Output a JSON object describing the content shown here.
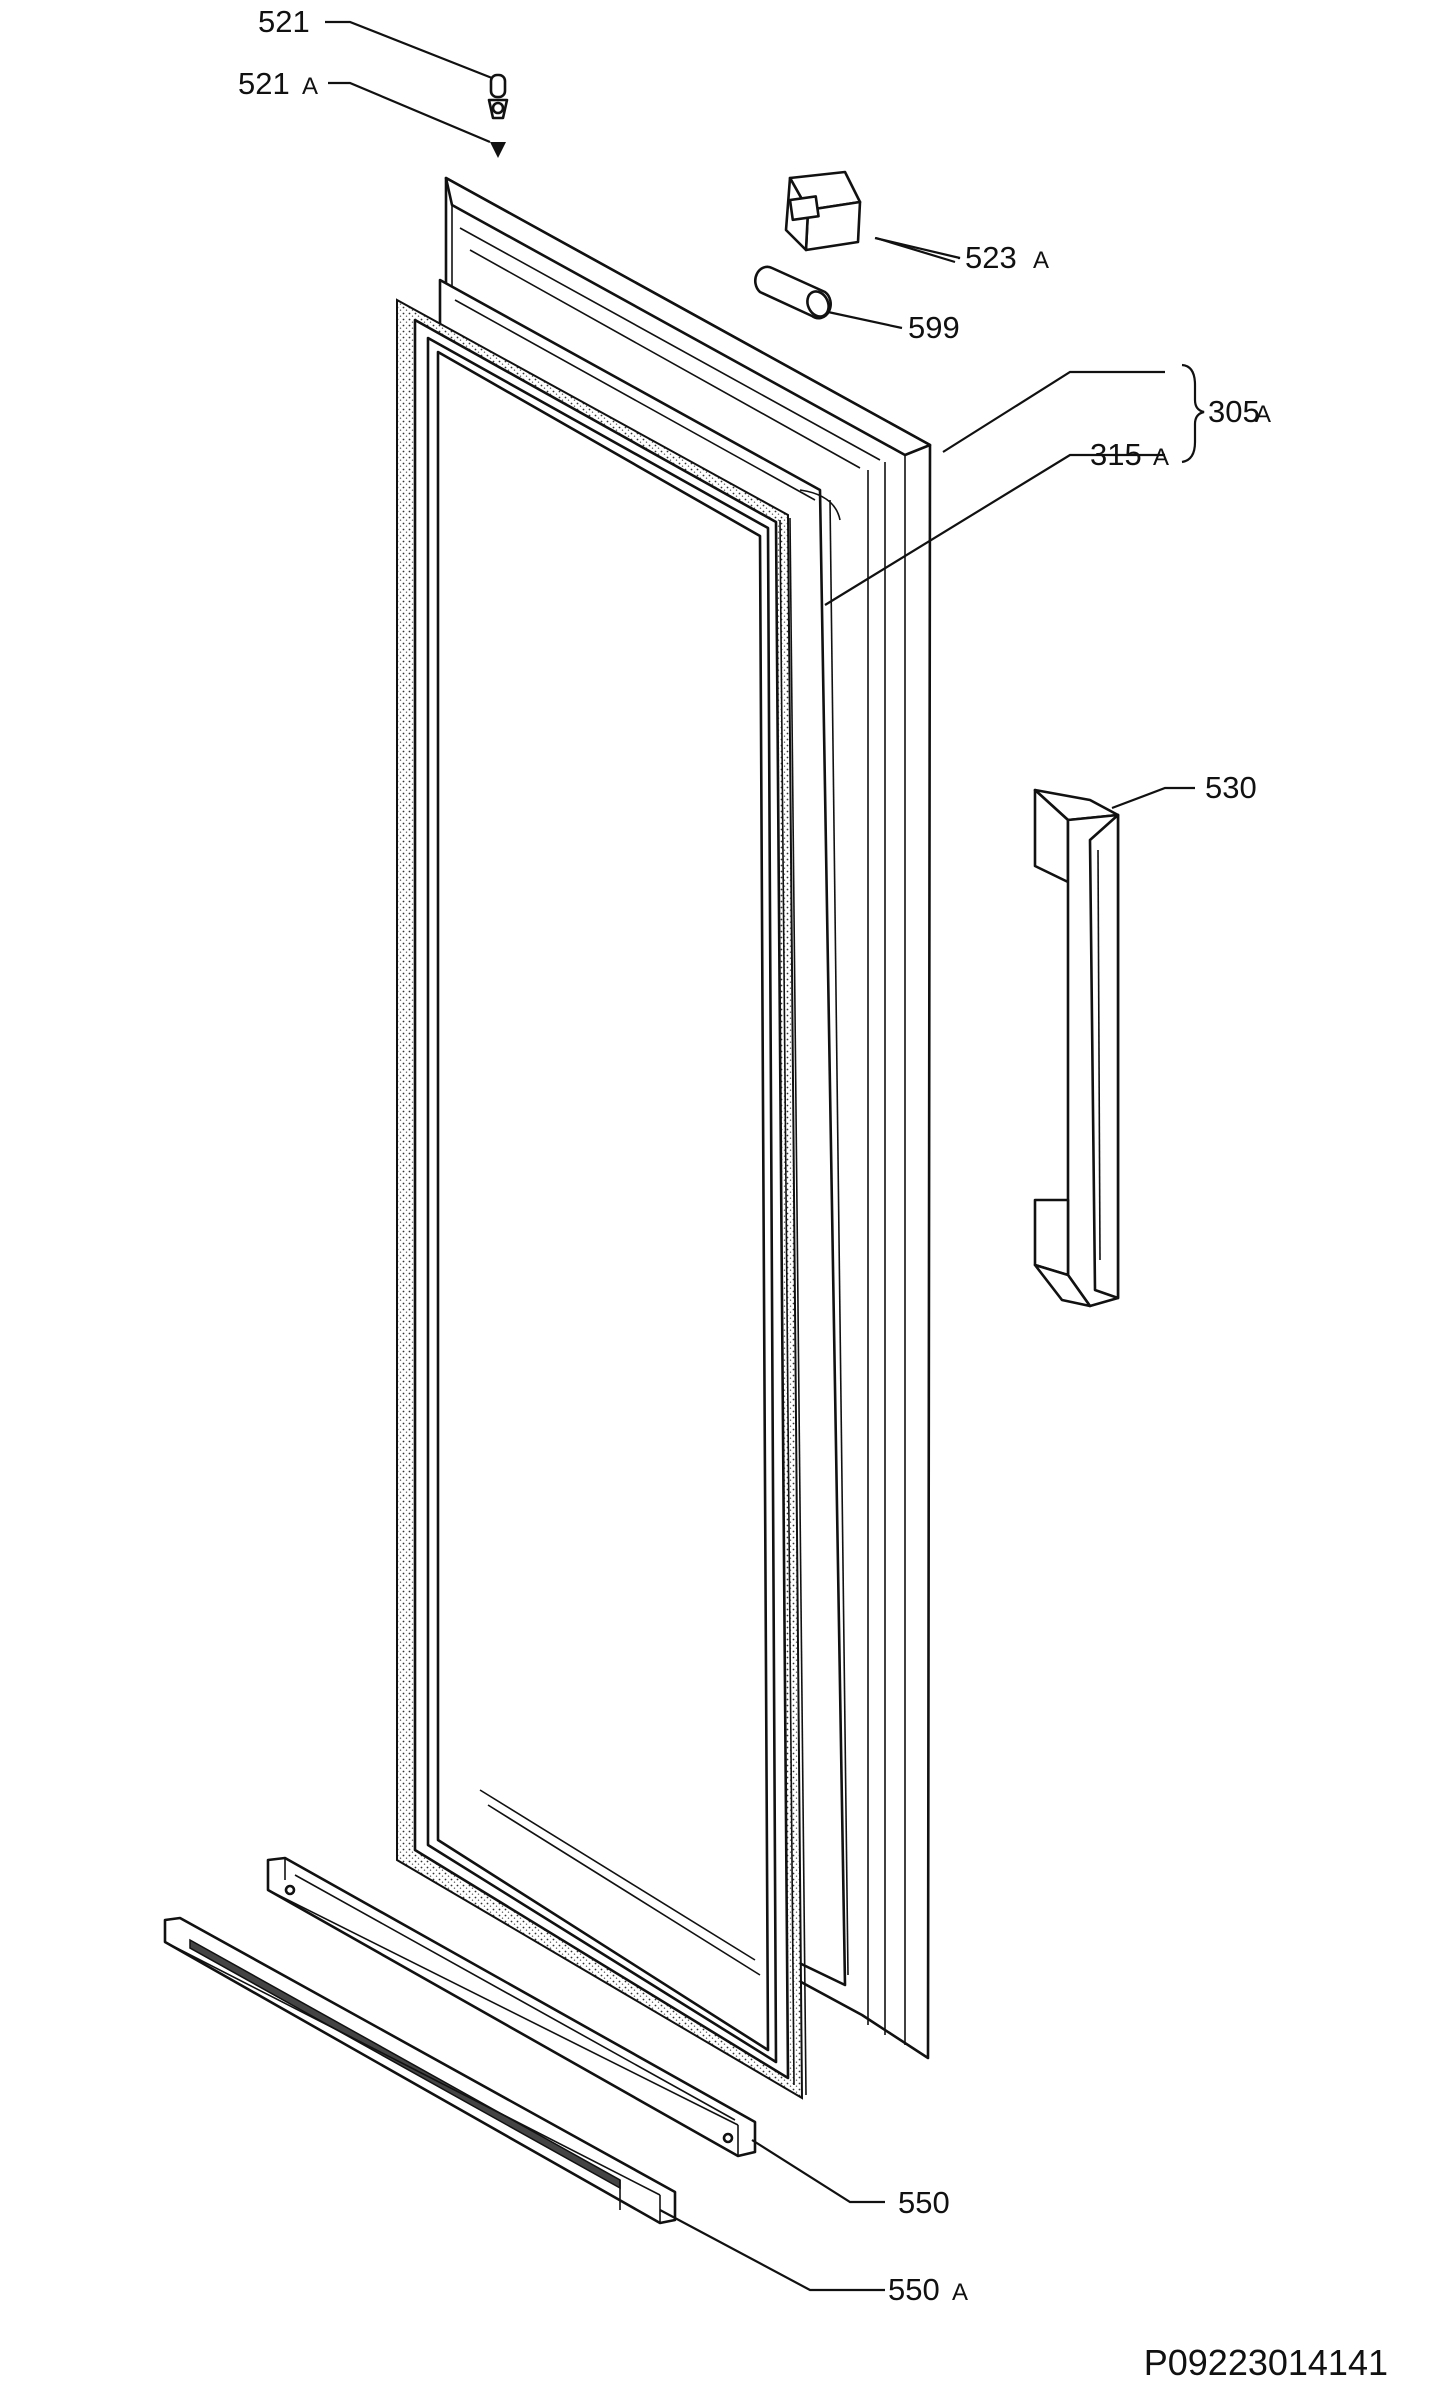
{
  "callouts": {
    "p521": "521",
    "p521a_num": "521",
    "p521a_suffix": "A",
    "p523a_num": "523",
    "p523a_suffix": "A",
    "p599": "599",
    "p305a_num": "305",
    "p305a_suffix": "A",
    "p315a_num": "315",
    "p315a_suffix": "A",
    "p530": "530",
    "p550": "550",
    "p550a_num": "550",
    "p550a_suffix": "A"
  },
  "drawing_code": "P09223014141"
}
